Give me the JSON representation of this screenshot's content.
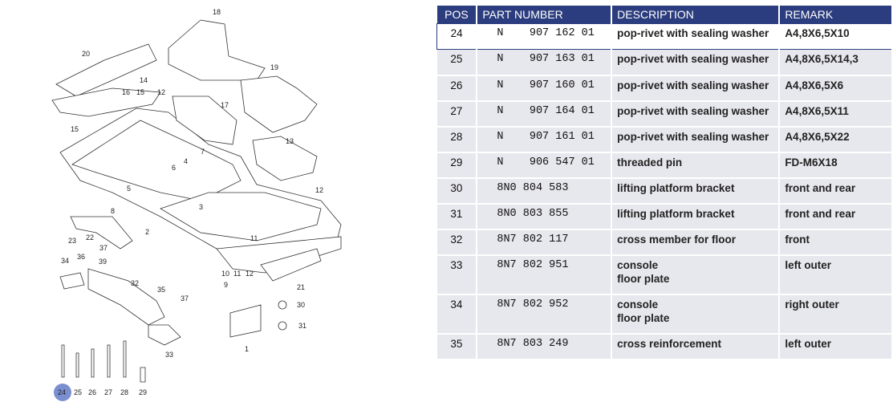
{
  "table": {
    "headers": {
      "pos": "POS",
      "part_number": "PART NUMBER",
      "description": "DESCRIPTION",
      "remark": "REMARK"
    },
    "rows": [
      {
        "pos": "24",
        "part_number": "N    907 162 01",
        "description": [
          "pop-rivet with sealing washer"
        ],
        "remark": "A4,8X6,5X10",
        "selected": true
      },
      {
        "pos": "25",
        "part_number": "N    907 163 01",
        "description": [
          "pop-rivet with sealing washer"
        ],
        "remark": "A4,8X6,5X14,3"
      },
      {
        "pos": "26",
        "part_number": "N    907 160 01",
        "description": [
          "pop-rivet with sealing washer"
        ],
        "remark": "A4,8X6,5X6"
      },
      {
        "pos": "27",
        "part_number": "N    907 164 01",
        "description": [
          "pop-rivet with sealing washer"
        ],
        "remark": "A4,8X6,5X11"
      },
      {
        "pos": "28",
        "part_number": "N    907 161 01",
        "description": [
          "pop-rivet with sealing washer"
        ],
        "remark": "A4,8X6,5X22"
      },
      {
        "pos": "29",
        "part_number": "N    906 547 01",
        "description": [
          "threaded pin"
        ],
        "remark": "FD-M6X18"
      },
      {
        "pos": "30",
        "part_number": "8N0 804 583",
        "description": [
          "lifting platform bracket"
        ],
        "remark": "front and rear"
      },
      {
        "pos": "31",
        "part_number": "8N0 803 855",
        "description": [
          "lifting platform bracket"
        ],
        "remark": "front and rear"
      },
      {
        "pos": "32",
        "part_number": "8N7 802 117",
        "description": [
          "cross member for floor"
        ],
        "remark": "front"
      },
      {
        "pos": "33",
        "part_number": "8N7 802 951",
        "description": [
          "console",
          "floor plate"
        ],
        "remark": "left outer"
      },
      {
        "pos": "34",
        "part_number": "8N7 802 952",
        "description": [
          "console",
          "floor plate"
        ],
        "remark": "right outer"
      },
      {
        "pos": "35",
        "part_number": "8N7 803 249",
        "description": [
          "cross reinforcement"
        ],
        "remark": "left outer"
      }
    ]
  },
  "diagram": {
    "callouts": [
      "18",
      "20",
      "19",
      "14",
      "16",
      "15",
      "12",
      "17",
      "15",
      "13",
      "7",
      "6",
      "4",
      "5",
      "8",
      "3",
      "12",
      "2",
      "23",
      "22",
      "37",
      "34",
      "36",
      "39",
      "11",
      "10",
      "11",
      "12",
      "9",
      "32",
      "35",
      "37",
      "21",
      "30",
      "31",
      "1",
      "33",
      "24",
      "25",
      "26",
      "27",
      "28",
      "29"
    ],
    "highlight_color": "#7b8fd0"
  },
  "colors": {
    "header_bg": "#2b3d7e",
    "row_bg": "#e7e7ee",
    "selected_border": "#2b3d7e"
  }
}
